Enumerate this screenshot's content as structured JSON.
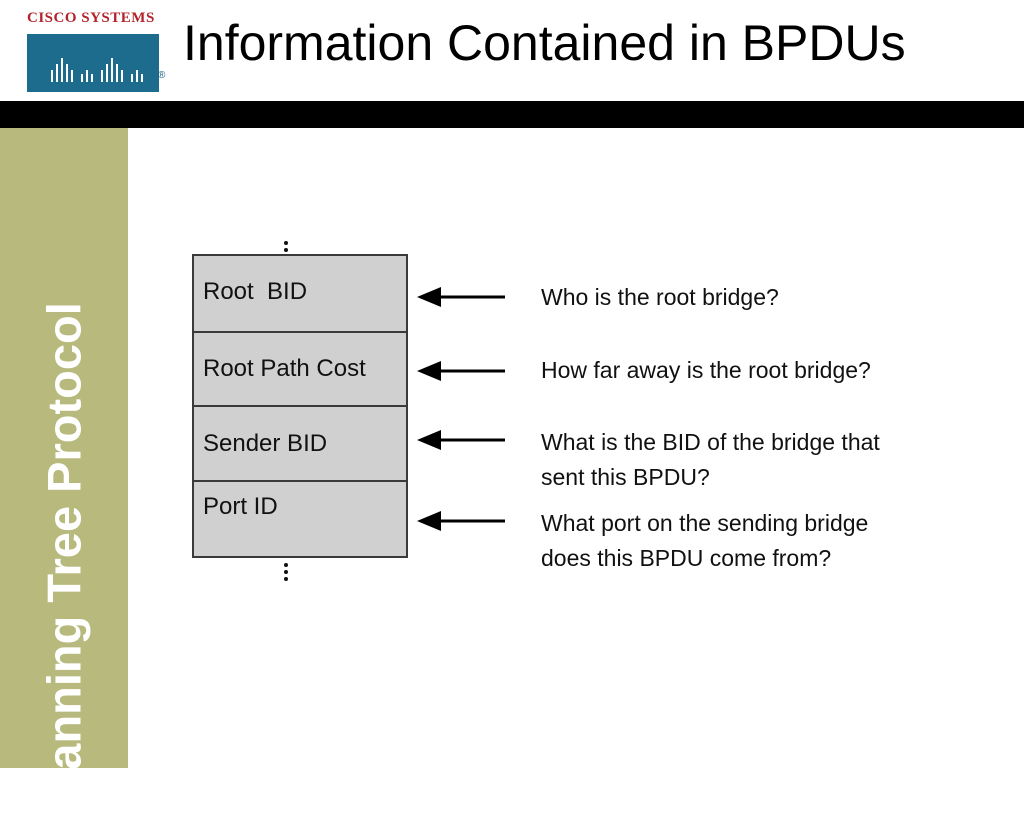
{
  "brand": {
    "logo_text": "Cisco Systems",
    "registered_mark": "®",
    "color": "#b3232b"
  },
  "header": {
    "title": "Information Contained in BPDUs"
  },
  "sidebar": {
    "label": "Spanning Tree Protocol",
    "color": "#b7b97d"
  },
  "diagram": {
    "fields": [
      {
        "label": "Root  BID"
      },
      {
        "label": "Root Path Cost"
      },
      {
        "label": "Sender BID"
      },
      {
        "label": "Port ID"
      }
    ],
    "descriptions": [
      {
        "line1": "Who is the root bridge?",
        "line2": ""
      },
      {
        "line1": "How far away is the root bridge?",
        "line2": ""
      },
      {
        "line1": "What is the BID of the bridge that",
        "line2": "sent this BPDU?"
      },
      {
        "line1": "What port on the sending bridge",
        "line2": "does this BPDU come from?"
      }
    ]
  }
}
